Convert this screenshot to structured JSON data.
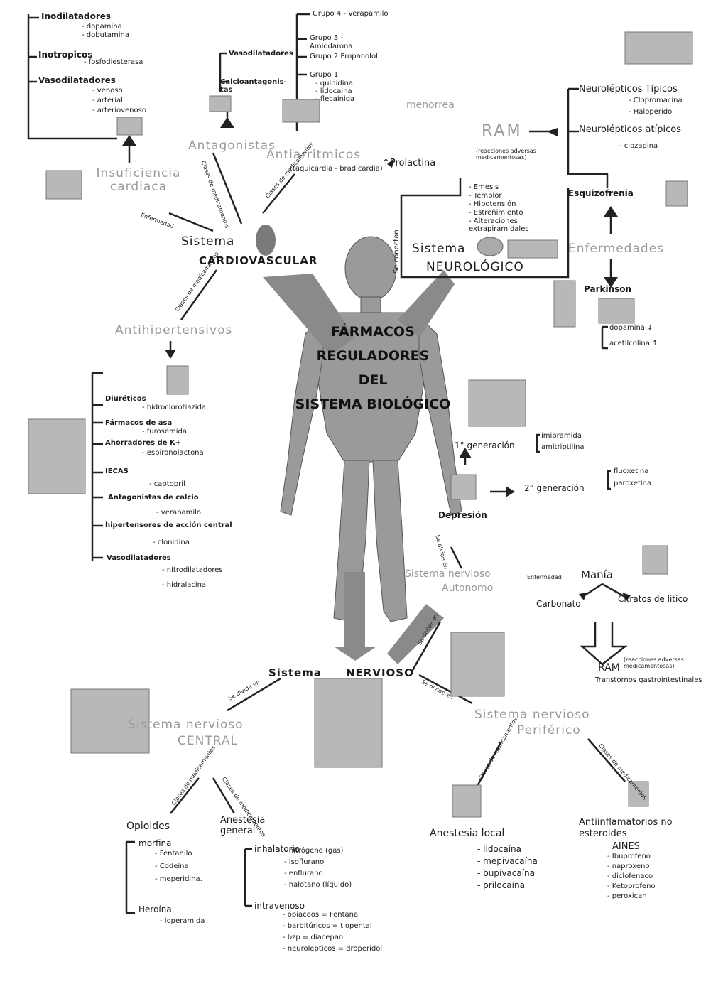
{
  "title": [
    "FÁRMACOS",
    "REGULADORES",
    "DEL",
    "SISTEMA BIOLÓGICO"
  ],
  "insuf": {
    "title": "Insuficiencia cardiaca",
    "inod": "Inodilatadores",
    "inod_items": [
      "- dopamina",
      "- dobutamina"
    ],
    "inotr": "Inotropicos",
    "inotr_items": [
      "- fosfodiesterasa"
    ],
    "vaso": "Vasodilatadores",
    "vaso_items": [
      "- venoso",
      "- arterial",
      "- arteriovenoso"
    ]
  },
  "antag": {
    "title": "Antagonistas",
    "items": [
      "Vasodilatadores",
      "Calcioantagonis-tas"
    ]
  },
  "antiarr": {
    "title": "Antiarritmicos",
    "sub": "(taquicardia - bradicardia)",
    "groups": [
      "Grupo 4 - Verapamilo",
      "Grupo 3 - Amiodarona",
      "Grupo 2 Propanolol",
      "Grupo 1"
    ],
    "g1_items": [
      "- quinidina",
      "- lidocaina",
      "- flecainida"
    ]
  },
  "cardio": {
    "title": "Sistema",
    "title2": "CARDIOVASCULAR",
    "link": "Clases de medicamentos",
    "link2": "Enfermedad"
  },
  "antihip": {
    "title": "Antihipertensivos",
    "items": [
      {
        "name": "Diuréticos",
        "sub": "- hidroclorotiazida"
      },
      {
        "name": "Fármacos de asa",
        "sub": "- furosemida"
      },
      {
        "name": "Ahorradores de K+",
        "sub": "- espironolactona"
      },
      {
        "name": "IECAS",
        "sub": "- captopril"
      },
      {
        "name": "Antagonistas de calcio",
        "sub": "- verapamilo"
      },
      {
        "name": "hipertensores de acción central",
        "sub": "- clonidina"
      },
      {
        "name": "Vasodilatadores",
        "sub": "- nitrodilatadores"
      }
    ],
    "last": "- hidralacina"
  },
  "ram": {
    "title": "RAM",
    "sub": "(reacciones adversas medicamentosas)",
    "menorrea": "menorrea",
    "prolactina": "↑Prolactina",
    "items": [
      "- Emesis",
      "- Temblor",
      "- Hipotensión",
      "- Estreñimiento",
      "- Alteraciones extrapiramidales"
    ]
  },
  "neuro": {
    "title": "Sistema",
    "title2": "NEUROLÓGICO",
    "link": "Se conectan",
    "tipicos": "Neurolépticos Típicos",
    "tipicos_items": [
      "- Clopromacina",
      "- Haloperidol"
    ],
    "atipicos": "Neurolépticos atípicos",
    "atipicos_items": [
      "- clozapina"
    ],
    "esquizo": "Esquizofrenia",
    "enfer": "Enfermedades",
    "parkinson": "Parkinson",
    "park_items": [
      "dopamina ↓",
      "acetilcolina ↑"
    ]
  },
  "depresion": {
    "title": "Depresión",
    "g1": "1° generación",
    "g1_items": [
      "imipramida",
      "amitriptilina"
    ],
    "g2": "2° generación",
    "g2_items": [
      "fluoxetina",
      "paroxetina"
    ]
  },
  "sna": {
    "title": "Sistema nervioso",
    "title2": "Autonomo",
    "enf": "Enfermedad",
    "mania": "Manía",
    "carbonato": "Carbonato",
    "citratos": "Citratos de litico",
    "ram": "RAM",
    "ram_sub": "(reacciones adversas medicamentosas)",
    "ram_item": "Transtornos gastrointestinales",
    "link": "Se divide en"
  },
  "sn": {
    "title": "Sistema",
    "title2": "NERVIOSO",
    "link": "Se divide en"
  },
  "snc": {
    "title": "Sistema nervioso",
    "title2": "CENTRAL",
    "link": "Clases de medicamentos",
    "opioides": "Opioides",
    "morfina": "morfina",
    "morfina_items": [
      "- Fentanilo",
      "- Codeína",
      "- meperidina."
    ],
    "heroina": "Heroína",
    "heroina_items": [
      "- loperamida"
    ],
    "anest": "Anestesia general",
    "inhal": "inhalatorio",
    "inhal_items": [
      "- nitrógeno (gas)",
      "- isoflurano",
      "- enflurano",
      "- halotano (líquido)"
    ],
    "intra": "intravenoso",
    "intra_items": [
      "- opiaceos = Fentanal",
      "- barbitúricos = tiopental",
      "- bzp = diacepan",
      "- neurolepticos = droperidol"
    ]
  },
  "snp": {
    "title": "Sistema nervioso",
    "title2": "Periférico",
    "link": "Clases de medicamentos",
    "local": "Anestesia local",
    "local_items": [
      "- lidocaína",
      "- mepivacaína",
      "- bupivacaína",
      "- prilocaína"
    ],
    "aines": "Antiinflamatorios no esteroides",
    "aines2": "AINES",
    "aines_items": [
      "- Ibuprofeno",
      "- naproxeno",
      "- diclofenaco",
      "- Ketoprofeno",
      "- peroxican"
    ]
  }
}
